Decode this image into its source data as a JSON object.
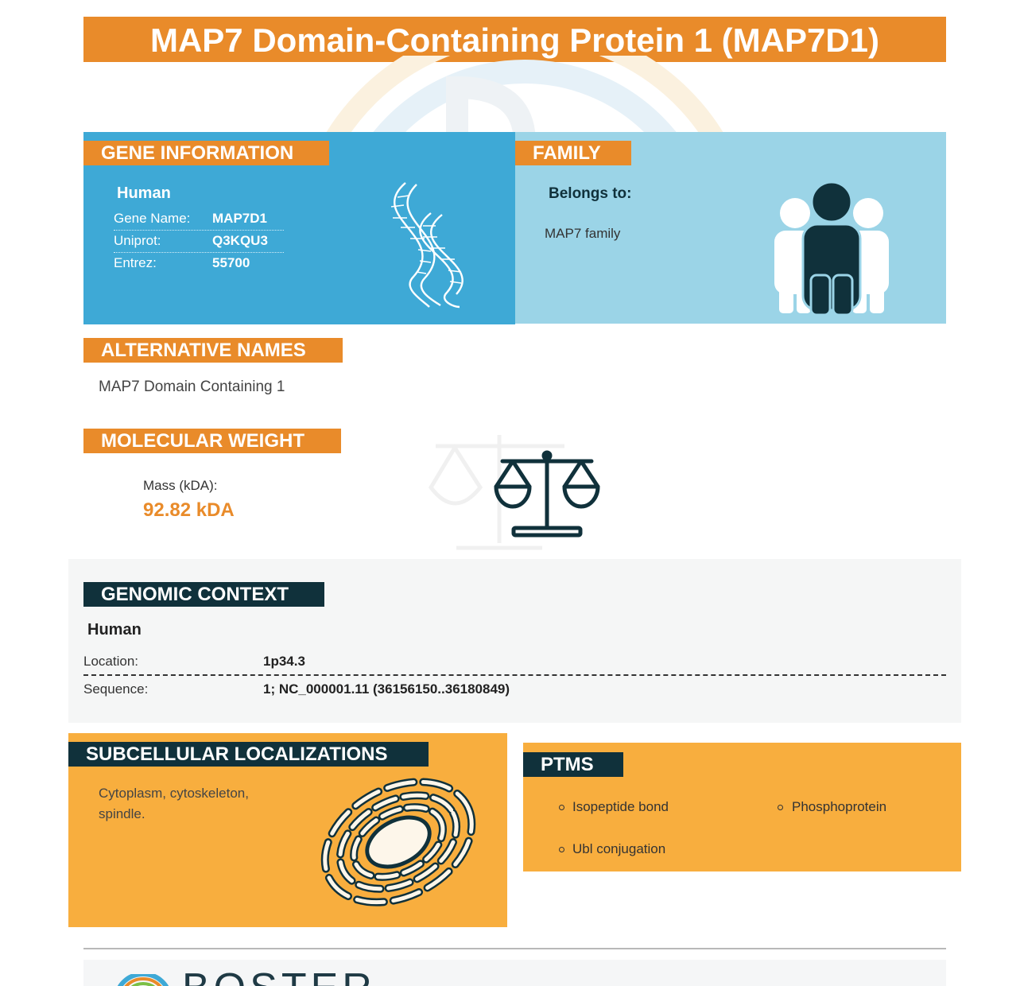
{
  "title": "MAP7 Domain-Containing Protein 1 (MAP7D1)",
  "gene_information": {
    "heading": "GENE INFORMATION",
    "species": "Human",
    "rows": [
      {
        "label": "Gene Name:",
        "value": "MAP7D1"
      },
      {
        "label": "Uniprot:",
        "value": "Q3KQU3"
      },
      {
        "label": "Entrez:",
        "value": "55700"
      }
    ]
  },
  "family": {
    "heading": "FAMILY",
    "belongs_label": "Belongs to:",
    "value": "MAP7 family"
  },
  "alternative_names": {
    "heading": "ALTERNATIVE NAMES",
    "value": "MAP7 Domain Containing 1"
  },
  "molecular_weight": {
    "heading": "MOLECULAR WEIGHT",
    "mass_label": "Mass (kDA):",
    "mass_value": "92.82 kDA"
  },
  "genomic_context": {
    "heading": "GENOMIC CONTEXT",
    "species": "Human",
    "location_label": "Location:",
    "location_value": "1p34.3",
    "sequence_label": "Sequence:",
    "sequence_value": "1; NC_000001.11 (36156150..36180849)"
  },
  "subcellular": {
    "heading": "SUBCELLULAR LOCALIZATIONS",
    "line1": "Cytoplasm, cytoskeleton,",
    "line2": "spindle."
  },
  "ptms": {
    "heading": "PTMS",
    "items": [
      "Isopeptide bond",
      "Phosphoprotein",
      "Ubl conjugation"
    ]
  },
  "footer": {
    "brand": "BOSTER"
  },
  "colors": {
    "orange": "#e98b2a",
    "blue": "#3ea9d6",
    "light_blue": "#9bd4e7",
    "dark_teal": "#10313b",
    "amber": "#f8ae3e"
  },
  "icons": [
    "dna-icon",
    "people-group-icon",
    "balance-scale-icon",
    "cell-organelle-icon",
    "logo-icon"
  ]
}
